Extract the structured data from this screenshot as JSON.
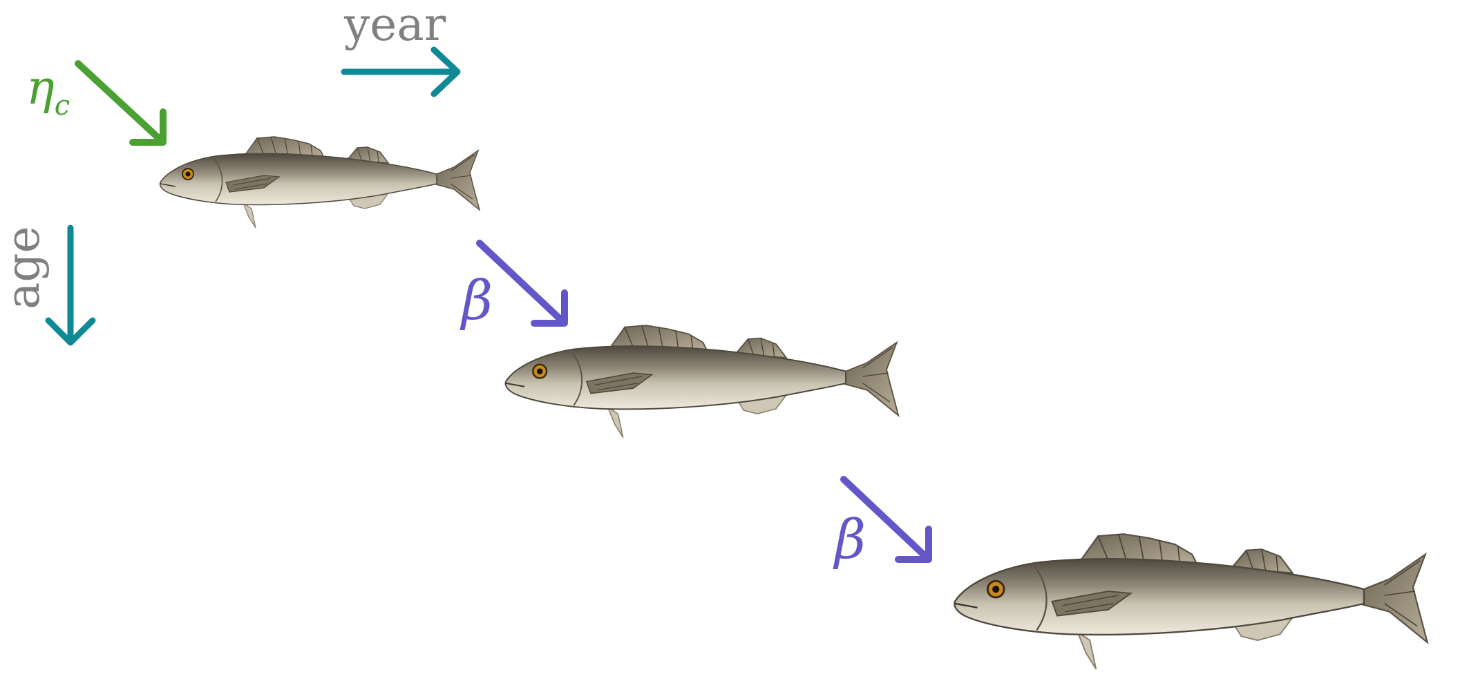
{
  "labels": {
    "year": "year",
    "age": "age",
    "eta": "η",
    "eta_subscript": "c",
    "beta_1": "β",
    "beta_2": "β"
  },
  "colors": {
    "axis_arrow": "#0e8a96",
    "axis_text": "#808080",
    "eta": "#4aa030",
    "beta": "#6256c8",
    "fish_body": "#a8a290",
    "fish_back": "#5d564a",
    "fish_belly": "#ece6da",
    "fish_fin": "#8a806c",
    "fish_eye": "#c88a1a"
  },
  "icons": {
    "fish": "fish-icon",
    "arrow": "arrow-icon"
  }
}
